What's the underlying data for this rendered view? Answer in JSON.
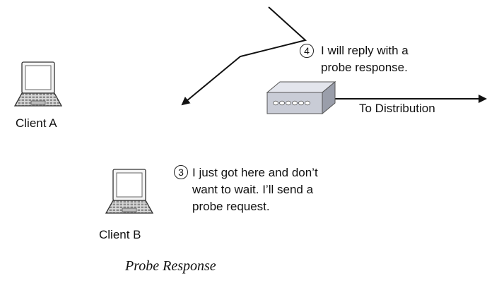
{
  "clients": [
    {
      "label": "Client A"
    },
    {
      "label": "Client B"
    }
  ],
  "access_point": {
    "distribution_label": "To Distribution"
  },
  "steps": [
    {
      "number": "4",
      "lines": [
        "I will reply with a",
        "probe response."
      ]
    },
    {
      "number": "3",
      "lines": [
        "I just got here and don’t",
        "want to wait. I’ll send a",
        "probe request."
      ]
    }
  ],
  "caption": "Probe Response",
  "colors": {
    "line": "#111111",
    "ap_body": "#c9ccd6",
    "ap_front": "#b4b8c6",
    "ap_led": "#ffffff"
  }
}
